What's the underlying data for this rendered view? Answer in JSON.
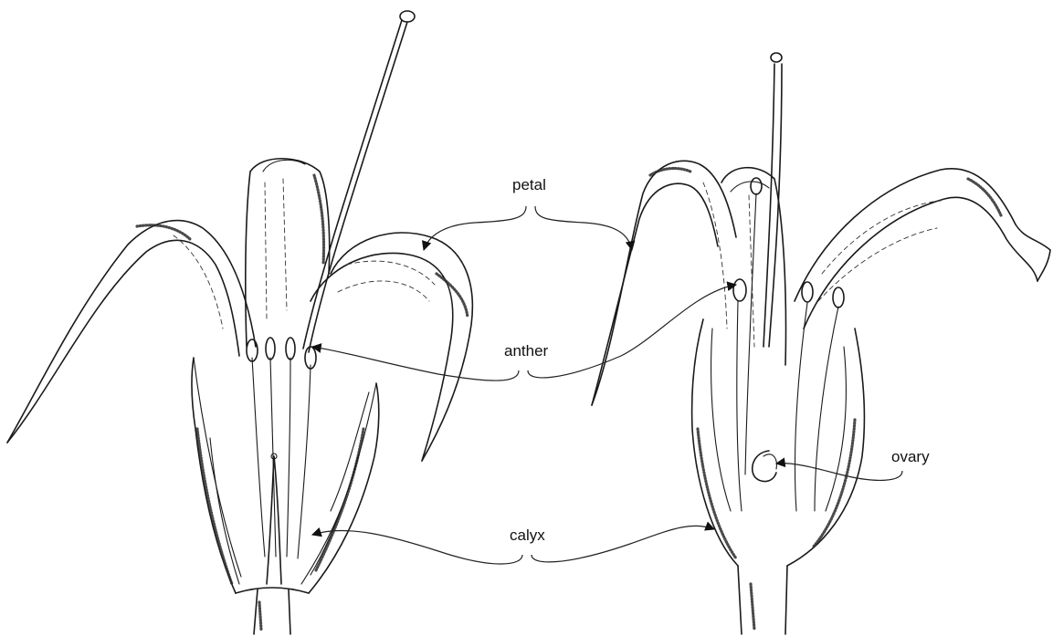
{
  "labels": {
    "petal": "petal",
    "anther": "anther",
    "calyx": "calyx",
    "ovary": "ovary"
  }
}
